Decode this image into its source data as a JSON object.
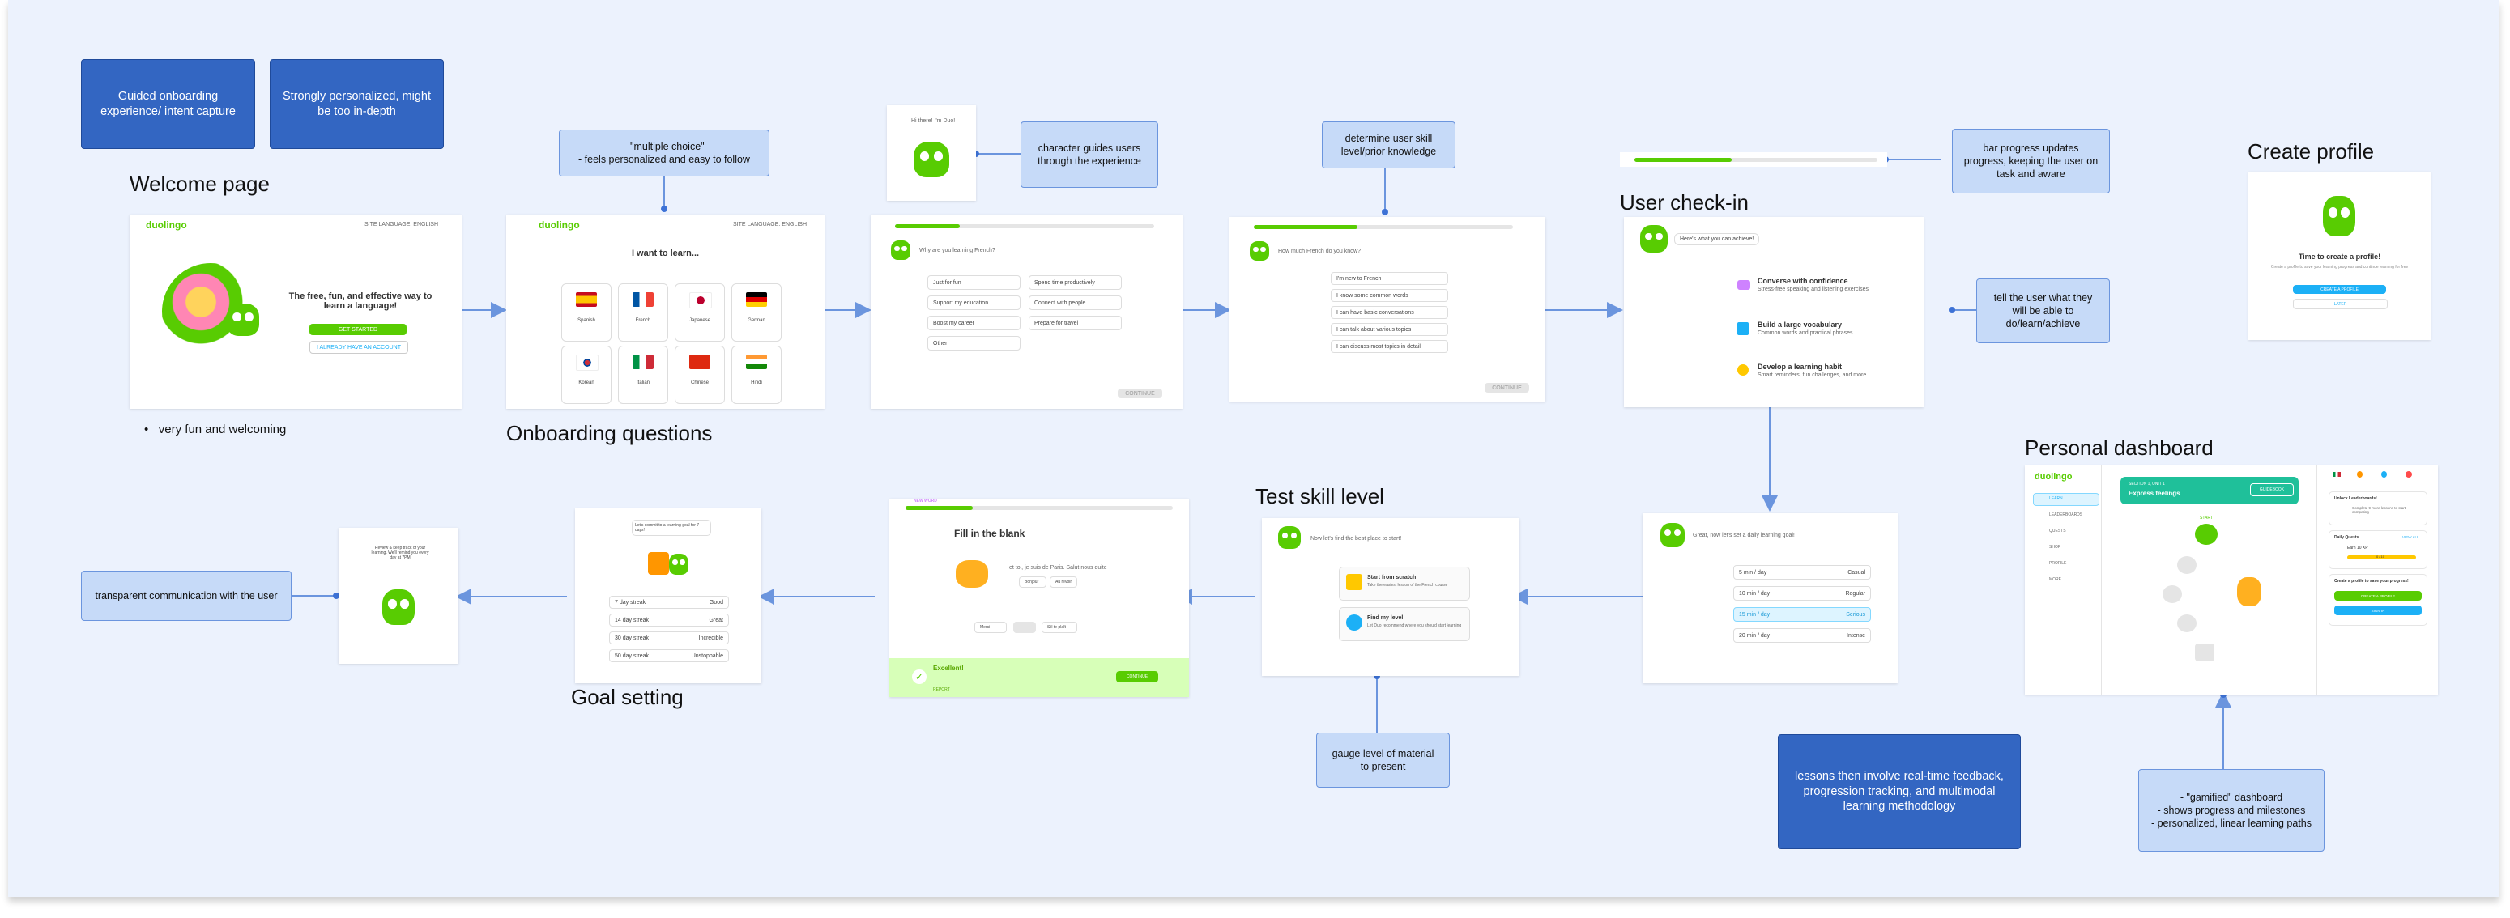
{
  "colors": {
    "board": "#ecf2fd",
    "dark_note": "#3366c2",
    "light_note": "#c6daf8",
    "arrow": "#6b95de",
    "brand": "#58cc02"
  },
  "titles": {
    "welcome": "Welcome page",
    "onboarding": "Onboarding questions",
    "checkin": "User check-in",
    "create_profile": "Create profile",
    "dashboard": "Personal dashboard",
    "test_skill": "Test skill level",
    "goal_setting": "Goal setting"
  },
  "notes": {
    "guided": "Guided onboarding experience/ intent capture",
    "personalized": "Strongly personalized, might be too in-depth",
    "multiple_choice": "- \"multiple choice\"\n- feels personalized and easy to follow",
    "character": "character guides users through the experience",
    "determine": "determine user skill level/prior knowledge",
    "bar_progress": "bar progress updates progress, keeping the user on task and aware",
    "tell_user": "tell the user what they will be able to do/learn/achieve",
    "gauge": "gauge level of material to present",
    "lessons": "lessons then involve real-time feedback, progression tracking, and multimodal learning methodology",
    "gamified": "- \"gamified\" dashboard\n- shows progress and milestones\n- personalized, linear learning paths",
    "transparent": "transparent communication with the user"
  },
  "bullets": {
    "welcome": "very fun and welcoming"
  },
  "shots": {
    "welcome": {
      "logo": "duolingo",
      "site_lang": "SITE LANGUAGE: ENGLISH",
      "headline": "The free, fun, and effective way to learn a language!",
      "get_started": "GET STARTED",
      "have_account": "I ALREADY HAVE AN ACCOUNT"
    },
    "learn": {
      "logo": "duolingo",
      "site_lang": "SITE LANGUAGE: ENGLISH",
      "heading": "I want to learn...",
      "languages": [
        "Spanish",
        "French",
        "Japanese",
        "German",
        "Korean",
        "Italian",
        "Chinese",
        "Hindi"
      ]
    },
    "why": {
      "prompt": "Why are you learning French?",
      "options": [
        "Just for fun",
        "Spend time productively",
        "Support my education",
        "Connect with people",
        "Boost my career",
        "Prepare for travel",
        "Other"
      ],
      "continue": "CONTINUE"
    },
    "know": {
      "prompt": "How much French do you know?",
      "options": [
        "I'm new to French",
        "I know some common words",
        "I can have basic conversations",
        "I can talk about various topics",
        "I can discuss most topics in detail"
      ],
      "continue": "CONTINUE"
    },
    "checkin": {
      "bubble": "Here's what you can achieve!",
      "items": [
        {
          "title": "Converse with confidence",
          "sub": "Stress-free speaking and listening exercises"
        },
        {
          "title": "Build a large vocabulary",
          "sub": "Common words and practical phrases"
        },
        {
          "title": "Develop a learning habit",
          "sub": "Smart reminders, fun challenges, and more"
        }
      ]
    },
    "profile": {
      "heading": "Time to create a profile!",
      "sub": "Create a profile to save your learning progress and continue learning for free",
      "create": "CREATE A PROFILE",
      "later": "LATER"
    },
    "goal": {
      "bubble": "Great, now let's set a daily learning goal!",
      "items": [
        {
          "t": "5 min / day",
          "l": "Casual"
        },
        {
          "t": "10 min / day",
          "l": "Regular"
        },
        {
          "t": "15 min / day",
          "l": "Serious"
        },
        {
          "t": "20 min / day",
          "l": "Intense"
        }
      ]
    },
    "dashboard": {
      "logo": "duolingo",
      "nav": [
        "LEARN",
        "LEADERBOARDS",
        "QUESTS",
        "SHOP",
        "PROFILE",
        "MORE"
      ],
      "unit_section": "SECTION 1, UNIT 1",
      "unit_title": "Express feelings",
      "guidebook": "GUIDEBOOK",
      "start": "START",
      "leaderboards_title": "Unlock Leaderboards!",
      "leaderboards_sub": "Complete 9 more lessons to start competing",
      "daily_quests": "Daily Quests",
      "view_all": "VIEW ALL",
      "earn_xp": "Earn 10 XP",
      "xp_progress": "0 / 10",
      "save_title": "Create a profile to save your progress!",
      "create": "CREATE A PROFILE",
      "signin": "SIGN IN"
    },
    "test": {
      "bubble": "Now let's find the best place to start!",
      "options": [
        {
          "title": "Start from scratch",
          "sub": "Take the easiest lesson of the French course"
        },
        {
          "title": "Find my level",
          "sub": "Let Duo recommend where you should start learning"
        }
      ]
    },
    "blank": {
      "badge": "NEW WORD",
      "heading": "Fill in the blank",
      "sentence": "et toi, je suis de Paris. Salut nous quite",
      "words": [
        "Bonjour",
        "Au revoir",
        "Merci",
        "S'il te plaît"
      ],
      "feedback": "Excellent!",
      "continue": "CONTINUE",
      "report": "REPORT"
    },
    "streak": {
      "bubble": "Let's commit to a learning goal for 7 days!",
      "items": [
        {
          "t": "7 day streak",
          "l": "Good"
        },
        {
          "t": "14 day streak",
          "l": "Great"
        },
        {
          "t": "30 day streak",
          "l": "Incredible"
        },
        {
          "t": "50 day streak",
          "l": "Unstoppable"
        }
      ]
    },
    "bubble": {
      "text": "Review & keep track of your learning. We'll remind you every day at 7PM"
    }
  }
}
